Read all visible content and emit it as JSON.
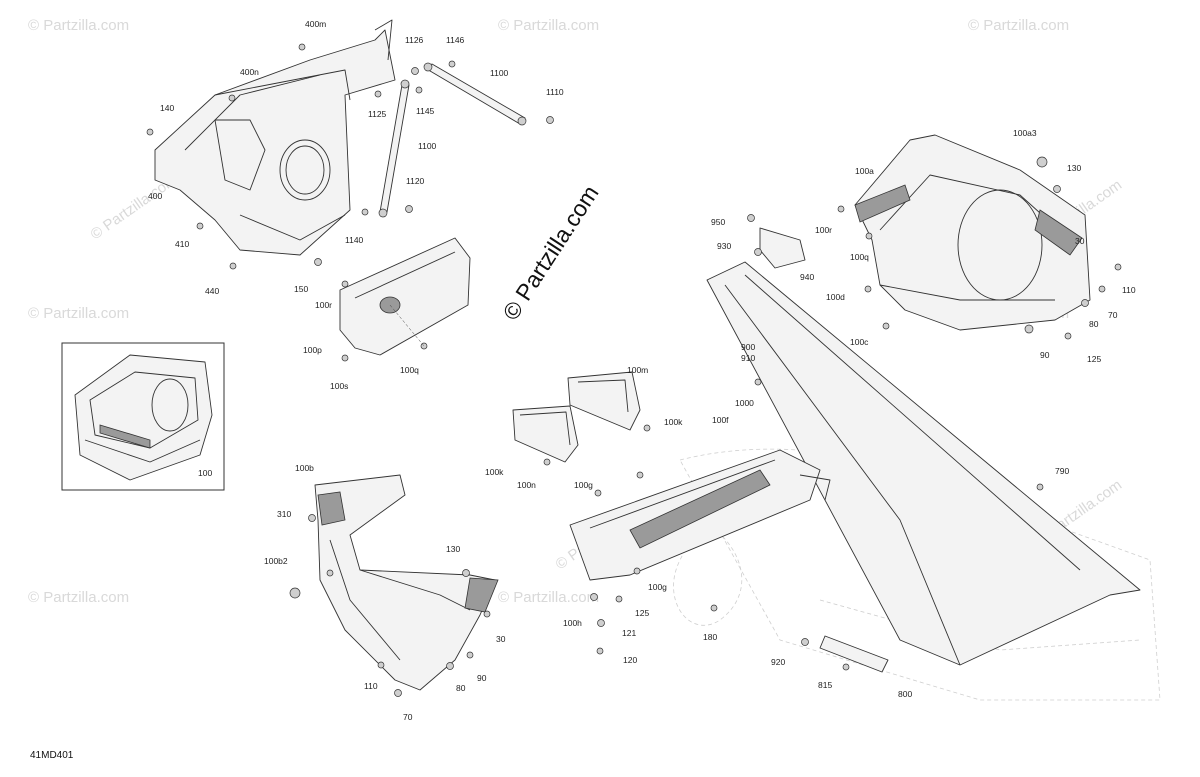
{
  "diagram": {
    "catalog_code": "41MD401",
    "brand_watermark": "© Partzilla.com",
    "tiled_watermark": "© Partzilla.com",
    "part_labels": [
      "400m",
      "1126",
      "1146",
      "400n",
      "1100",
      "1110",
      "140",
      "1145",
      "1125",
      "1100",
      "1120",
      "400",
      "410",
      "1140",
      "440",
      "150",
      "100r",
      "100p",
      "100q",
      "100s",
      "100a3",
      "100a",
      "130",
      "100r",
      "950",
      "930",
      "940",
      "100q",
      "30",
      "100d",
      "110",
      "70",
      "80",
      "100c",
      "900",
      "910",
      "90",
      "125",
      "100m",
      "1000",
      "100k",
      "100f",
      "100k",
      "100n",
      "100g",
      "100b",
      "310",
      "100b2",
      "130",
      "790",
      "125",
      "100h",
      "121",
      "180",
      "30",
      "120",
      "920",
      "815",
      "800",
      "110",
      "80",
      "90",
      "70",
      "100g",
      "100"
    ]
  }
}
